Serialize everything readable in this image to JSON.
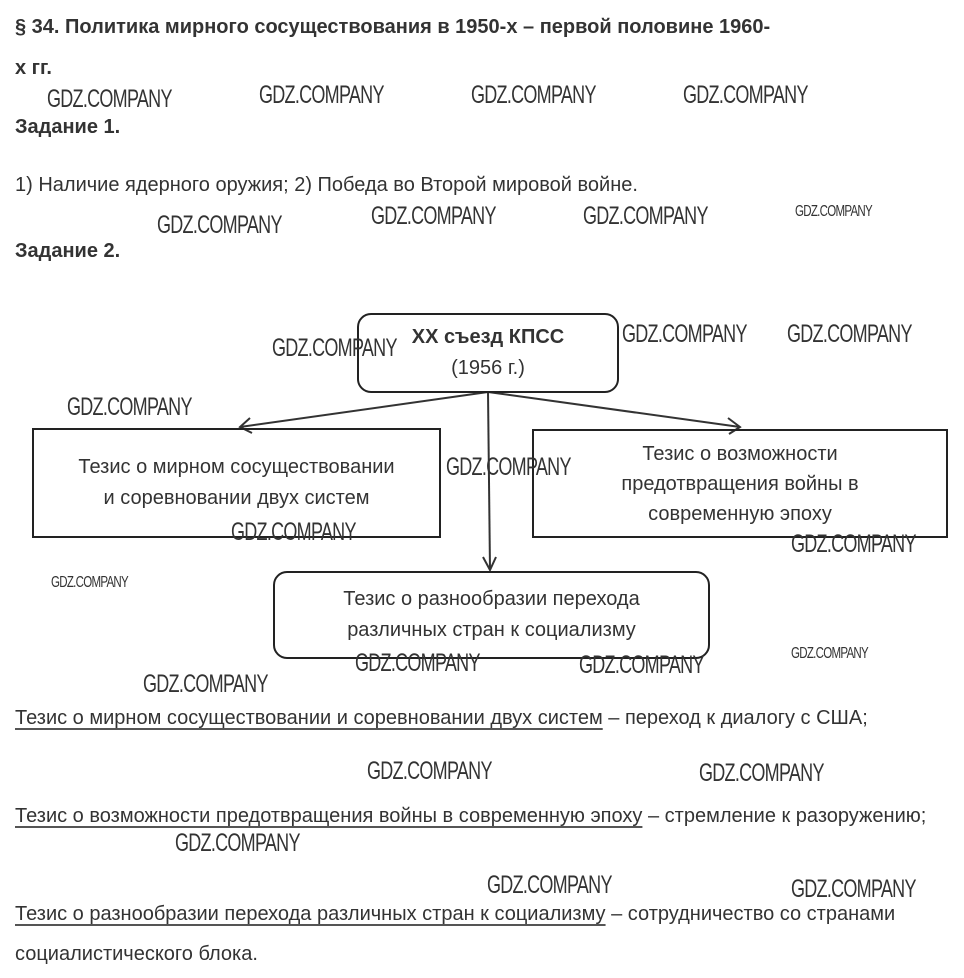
{
  "title_line1": "§ 34. Политика мирного сосуществования в 1950-х – первой половине 1960-",
  "title_line2": "х гг.",
  "task1": {
    "heading": "Задание 1.",
    "answer": "1) Наличие ядерного оружия; 2) Победа во Второй мировой войне."
  },
  "task2": {
    "heading": "Задание 2."
  },
  "diagram": {
    "root": {
      "title": "XX съезд КПСС",
      "year": "(1956 г.)"
    },
    "left": [
      "Тезис о мирном сосуществовании",
      "и соревновании двух систем"
    ],
    "right": [
      "Тезис о возможности",
      "предотвращения войны в",
      "современную эпоху"
    ],
    "bottom": [
      "Тезис о разнообразии перехода",
      "различных стран к социализму"
    ]
  },
  "answers": [
    {
      "thesis": "Тезис о мирном сосуществовании и соревновании двух систем",
      "rest": " – переход к диалогу с США;"
    },
    {
      "thesis": "Тезис о возможности предотвращения войны в современную эпоху",
      "rest": " – стремление к разоружению;"
    },
    {
      "thesis": "Тезис о разнообразии перехода различных стран к социализму",
      "rest": " – сотрудничество со странами социалистического блока."
    }
  ],
  "watermark": "GDZ.COMPANY"
}
